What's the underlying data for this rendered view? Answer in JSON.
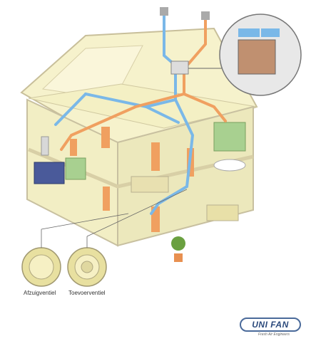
{
  "labels": {
    "exhaust_valve": "Afzuigventiel",
    "supply_valve": "Toevoerventiel"
  },
  "logo": {
    "brand": "UNI FAN",
    "tagline": "Fresh Air Engineers"
  },
  "colors": {
    "extract_duct": "#f0a060",
    "supply_duct": "#7ab8e8",
    "wall": "#f4f0c8",
    "roof_outline": "#c8c0a0",
    "logo": "#2c4a7c"
  }
}
